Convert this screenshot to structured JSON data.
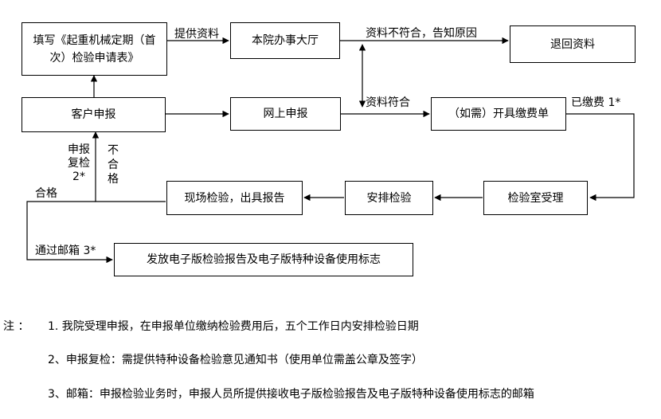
{
  "boxes": {
    "application_form": "填写《起重机械定期（首次）检验申请表》",
    "office_hall": "本院办事大厅",
    "return_docs": "退回资料",
    "customer_report": "客户申报",
    "online_report": "网上申报",
    "issue_invoice": "（如需）开具缴费单",
    "lab_accept": "检验室受理",
    "arrange_inspection": "安排检验",
    "onsite_inspection": "现场检验，出具报告",
    "issue_electronic": "发放电子版检验报告及电子版特种设备使用标志"
  },
  "labels": {
    "provide_docs": "提供资料",
    "docs_not_ok": "资料不符合，告知原因",
    "docs_ok": "资料符合",
    "paid": "已缴费 1*",
    "recheck": "申报复检 2*",
    "fail": "不合格",
    "pass": "合格",
    "via_email": "通过邮箱 3*"
  },
  "notes": {
    "prefix": "注 ：",
    "items": [
      "1. 我院受理申报，在申报单位缴纳检验费用后，五个工作日内安排检验日期",
      "2、申报复检：需提供特种设备检验意见通知书（使用单位需盖公章及签字）",
      "3、邮箱：申报检验业务时，申报人员所提供接收电子版检验报告及电子版特种设备使用标志的邮箱"
    ]
  }
}
